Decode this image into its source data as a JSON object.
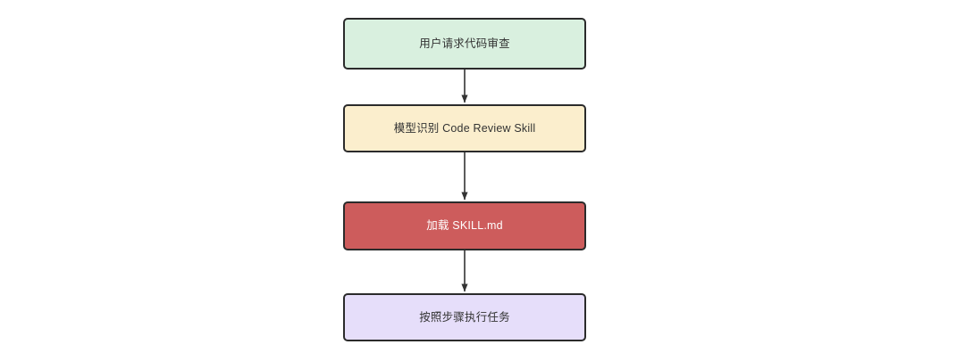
{
  "diagram": {
    "type": "flowchart",
    "direction": "top-to-bottom",
    "background_color": "#ffffff",
    "node_border_color": "#2b2b2b",
    "edge_color": "#333333",
    "nodes": [
      {
        "id": "request",
        "label": "用户请求代码审查",
        "fill_color": "#d9f0df",
        "text_color": "#333333"
      },
      {
        "id": "identify",
        "label": "模型识别 Code Review Skill",
        "fill_color": "#fbeecd",
        "text_color": "#333333"
      },
      {
        "id": "load",
        "label": "加载 SKILL.md",
        "fill_color": "#cd5c5c",
        "text_color": "#ffffff"
      },
      {
        "id": "execute",
        "label": "按照步骤执行任务",
        "fill_color": "#e6defa",
        "text_color": "#333333"
      }
    ],
    "edges": [
      {
        "from": "request",
        "to": "identify",
        "arrow": "solid-triangle"
      },
      {
        "from": "identify",
        "to": "load",
        "arrow": "solid-triangle"
      },
      {
        "from": "load",
        "to": "execute",
        "arrow": "solid-triangle"
      }
    ]
  }
}
